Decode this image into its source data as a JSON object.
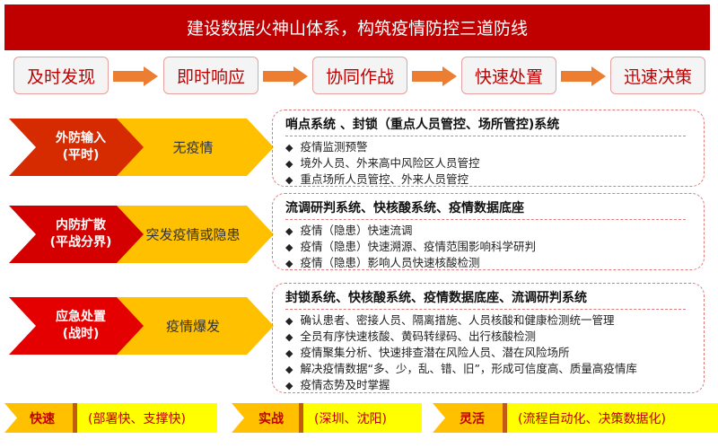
{
  "title": "建设数据火神山体系，构筑疫情防控三道防线",
  "steps": [
    "及时发现",
    "即时响应",
    "协同作战",
    "快速处置",
    "迅速决策"
  ],
  "rows": [
    {
      "label1": "外防输入",
      "label2": "(平时)",
      "state": "无疫情",
      "system": "哨点系统 、封锁（重点人员管控、场所管控)系统",
      "items": [
        "疫情监测预警",
        "境外人员、外来高中风险区人员管控",
        "重点场所人员管控、外来人员管控"
      ]
    },
    {
      "label1": "内防扩散",
      "label2": "(平战分界)",
      "state": "突发疫情或隐患",
      "system": "流调研判系统、快核酸系统、疫情数据底座",
      "items": [
        "疫情（隐患）快速流调",
        "疫情（隐患）快速溯源、疫情范围影响科学研判",
        "疫情（隐患）影响人员快速核酸检测"
      ]
    },
    {
      "label1": "应急处置",
      "label2": "(战时)",
      "state": "疫情爆发",
      "system": "封锁系统、快核酸系统、疫情数据底座、流调研判系统",
      "items": [
        "确认患者、密接人员、隔离措施、人员核酸和健康检测统一管理",
        "全员有序快速核酸、黄码转绿码、出行核酸检测",
        "疫情聚集分析、快速排查潜在风险人员、潜在风险场所",
        "解决疫情数据“多、少，乱、错、旧”，形成可信度高、质量高疫情库",
        "疫情态势及时掌握"
      ]
    }
  ],
  "banners": [
    {
      "tag": "快速",
      "text": "(部署快、支撑快)"
    },
    {
      "tag": "实战",
      "text": "(深圳、沈阳)"
    },
    {
      "tag": "灵活",
      "text": "(流程自动化、决策数据化)"
    }
  ],
  "colors": {
    "title_bg": "#c00000",
    "chevron_red": "#d62a00",
    "chevron_yellow": "#ffc000",
    "arrow": "#ed7d31",
    "banner_yellow": "#ffff00"
  }
}
